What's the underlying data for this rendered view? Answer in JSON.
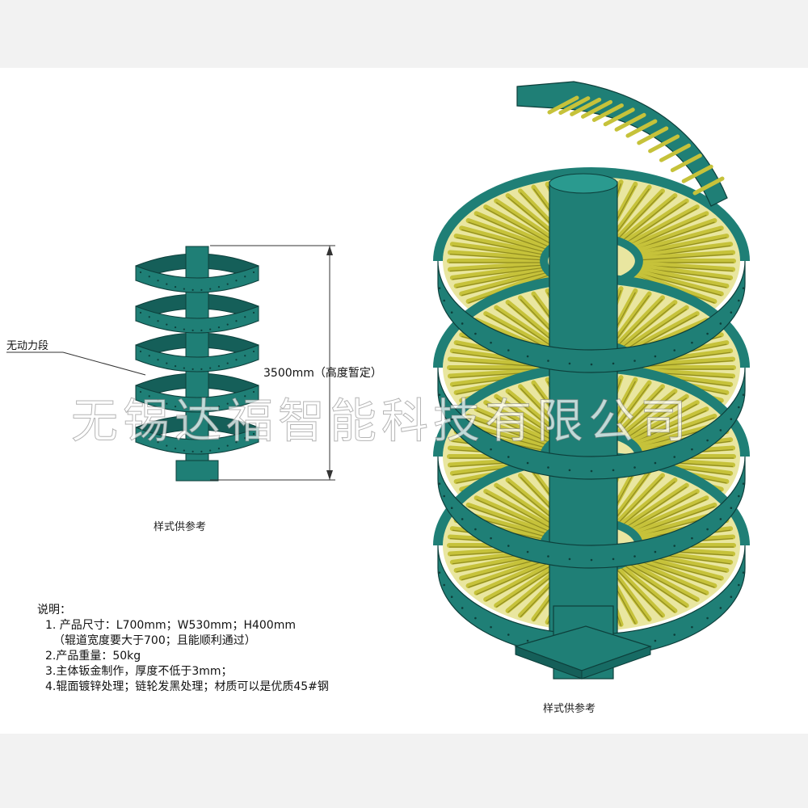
{
  "labels": {
    "callout": "无动力段",
    "dimension": "3500mm（高度暂定）",
    "caption_left": "样式供参考",
    "caption_right": "样式供参考"
  },
  "notes": {
    "heading": "说明：",
    "items": [
      "1. 产品尺寸：L700mm；W530mm；H400mm",
      "（辊道宽度要大于700；且能顺利通过）",
      "2.产品重量：50kg",
      "3.主体钣金制作，厚度不低于3mm；",
      "4.辊面镀锌处理；链轮发黑处理；材质可以是优质45#钢"
    ]
  },
  "watermark": "无锡达福智能科技有限公司",
  "colors": {
    "frame": "#1f7f76",
    "frame_dark": "#155f59",
    "roller": "#c6c23a",
    "roller_dark": "#8f8b20"
  }
}
